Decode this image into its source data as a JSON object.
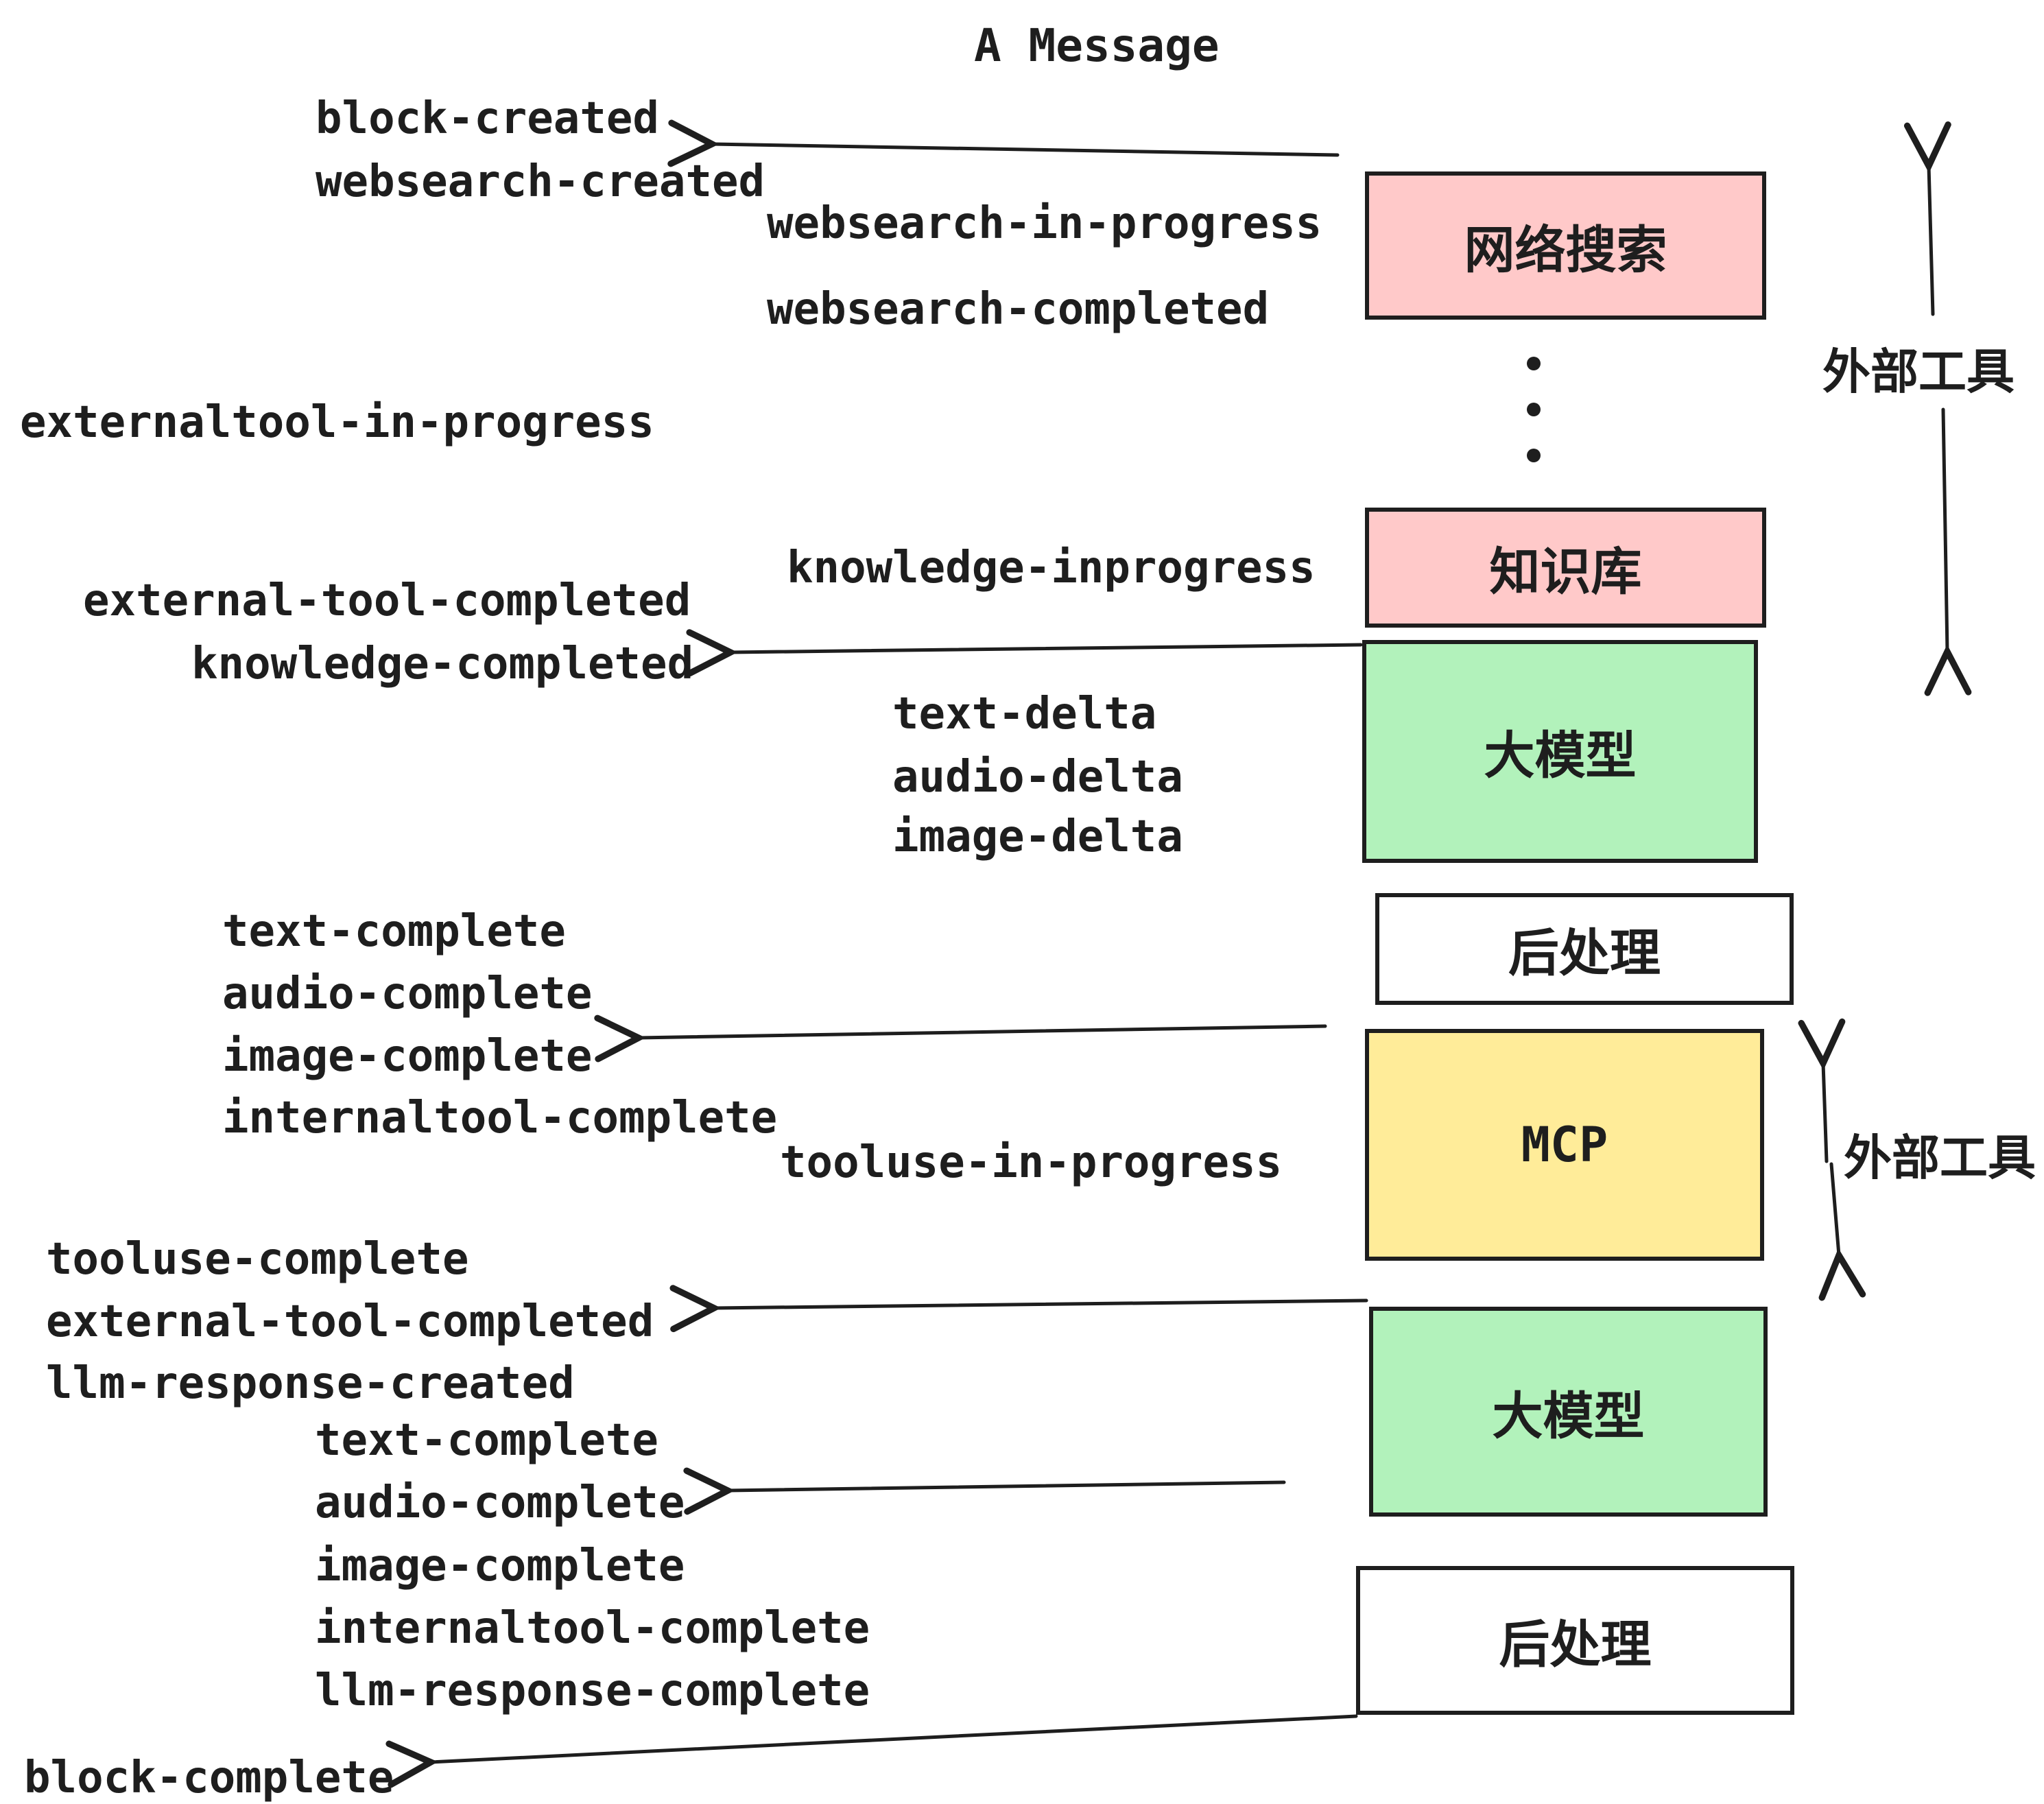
{
  "title": "A Message",
  "colors": {
    "pink": "#ffc9c9",
    "green": "#b2f2bb",
    "yellow": "#ffec99",
    "white": "#ffffff",
    "stroke": "#1e1e1e"
  },
  "boxes": {
    "websearch": {
      "label": "网络搜索"
    },
    "knowledge": {
      "label": "知识库"
    },
    "llm1": {
      "label": "大模型"
    },
    "postprocess1": {
      "label": "后处理"
    },
    "mcp": {
      "label": "MCP"
    },
    "llm2": {
      "label": "大模型"
    },
    "postprocess2": {
      "label": "后处理"
    }
  },
  "side_labels": {
    "external_tools_top": "外部工具",
    "external_tools_mcp": "外部工具"
  },
  "icons": {
    "vertical_ellipsis": "more-steps-dots"
  },
  "events": [
    {
      "text": "block-created"
    },
    {
      "text": "websearch-created"
    },
    {
      "text": "websearch-in-progress"
    },
    {
      "text": "websearch-completed"
    },
    {
      "text": "externaltool-in-progress"
    },
    {
      "text": "knowledge-inprogress"
    },
    {
      "text": "external-tool-completed"
    },
    {
      "text": "knowledge-completed"
    },
    {
      "text": "text-delta"
    },
    {
      "text": "audio-delta"
    },
    {
      "text": "image-delta"
    },
    {
      "text": "text-complete"
    },
    {
      "text": "audio-complete"
    },
    {
      "text": "image-complete"
    },
    {
      "text": "internaltool-complete"
    },
    {
      "text": "tooluse-in-progress"
    },
    {
      "text": "tooluse-complete"
    },
    {
      "text": "external-tool-completed"
    },
    {
      "text": "llm-response-created"
    },
    {
      "text": "text-complete"
    },
    {
      "text": "audio-complete"
    },
    {
      "text": "image-complete"
    },
    {
      "text": "internaltool-complete"
    },
    {
      "text": "llm-response-complete"
    },
    {
      "text": "block-complete"
    }
  ]
}
